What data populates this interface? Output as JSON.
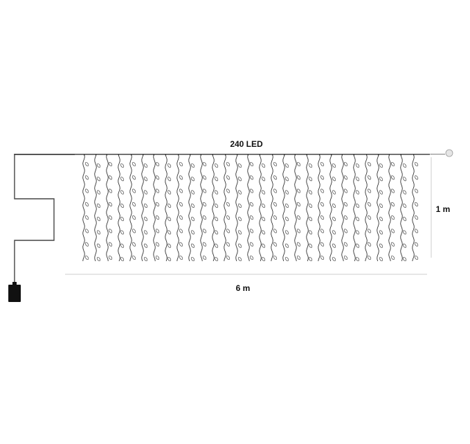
{
  "labels": {
    "led_count": "240 LED",
    "height": "1 m",
    "width": "6 m"
  },
  "curtain": {
    "strand_count": 29,
    "leds_per_strand": 8
  },
  "colors": {
    "wire": "#333333",
    "led_outline": "#555555",
    "dimension_line": "#cccccc",
    "adapter": "#111111",
    "end_cap": "#e6e6e6"
  }
}
